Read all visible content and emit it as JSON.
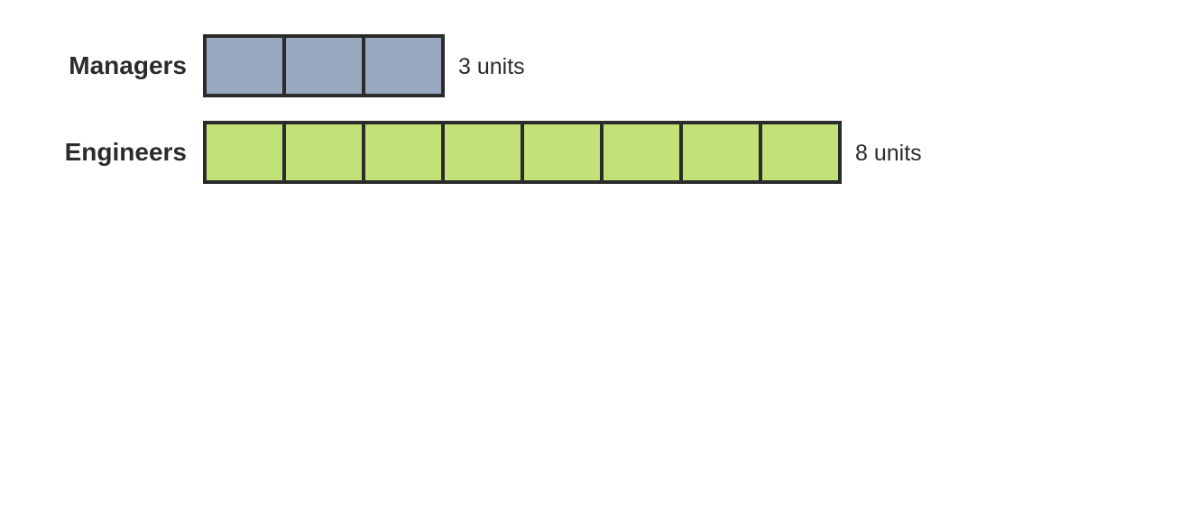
{
  "rows": [
    {
      "id": "managers",
      "label": "Managers",
      "units": 3,
      "units_label": "3 units",
      "color": "#98a8be"
    },
    {
      "id": "engineers",
      "label": "Engineers",
      "units": 8,
      "units_label": "8 units",
      "color": "#c0e277"
    }
  ]
}
